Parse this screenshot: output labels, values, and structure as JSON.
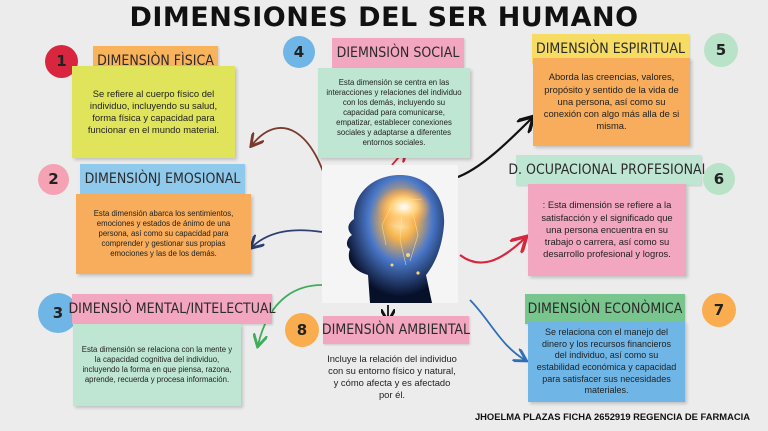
{
  "title": "DIMENSIONES DEL SER HUMANO",
  "footer": "JHOELMA PLAZAS FICHA 2652919 REGENCIA DE FARMACIA",
  "colors": {
    "background": "#ececec",
    "red_circle": "#d7263d",
    "blue_circle": "#6fb6e6",
    "pink_circle": "#f6a2b5",
    "green_circle": "#b8e3c8",
    "orange_circle": "#f9ad4f",
    "orange_label": "#f9b35a",
    "yellow_note": "#dfe45a",
    "blue_label": "#8fc9ec",
    "orange_note": "#f7ad5b",
    "pink_label": "#f3a6c0",
    "mint_note": "#bfe6d2",
    "yellow_label": "#f6dc63",
    "orange_note2": "#f7ad5b",
    "mint_label": "#bfe6d2",
    "pink_note": "#f3a6c0",
    "green_label": "#78c68d",
    "blue_note": "#6fb6e6"
  },
  "dimensions": [
    {
      "number": "1",
      "label": "DIMENSIÒN FÌSICA",
      "text": "Se refiere al cuerpo físico del individuo, incluyendo su salud, forma física y capacidad para funcionar en el mundo material."
    },
    {
      "number": "2",
      "label": "DIMENSIÒNJ EMOSIONAL",
      "text": "Esta dimensión abarca los sentimientos, emociones y estados de ánimo de una persona, así como su capacidad para comprender y gestionar sus propias emociones y las de los demás."
    },
    {
      "number": "3",
      "label": "DIMENSIÒ MENTAL/INTELECTUAL",
      "text": "Esta dimensión se relaciona con la mente y la capacidad cognitiva del individuo, incluyendo la forma en que piensa, razona, aprende, recuerda y procesa información."
    },
    {
      "number": "4",
      "label": "DIEMNSIÒN SOCIAL",
      "text": "Esta dimensión se centra en las interacciones y relaciones del individuo con los demás, incluyendo su capacidad para comunicarse, empatizar, establecer conexiones sociales y adaptarse a diferentes entornos sociales."
    },
    {
      "number": "5",
      "label": "DIMENSIÒN ESPIRITUAL",
      "text": "Aborda las creencias, valores, propósito y sentido de la vida de una persona, así como su conexión con algo más alla de si misma."
    },
    {
      "number": "6",
      "label": "D. OCUPACIONAL PROFESIONAL",
      "text": ": Esta dimensión se refiere a la satisfacción y el significado que una persona encuentra en su trabajo o carrera, así como su desarrollo profesional y logros."
    },
    {
      "number": "7",
      "label": "DIMENSIÒN ECONÒMICA",
      "text": "Se relaciona con el manejo del dinero y los recursos financieros del individuo, así como su estabilidad económica y capacidad para satisfacer sus necesidades materiales."
    },
    {
      "number": "8",
      "label": "DIMENSIÒN AMBIENTAL",
      "text": "Incluye la relación del individuo con su entorno físico y natural, y cómo afecta y es afectado por él."
    }
  ]
}
